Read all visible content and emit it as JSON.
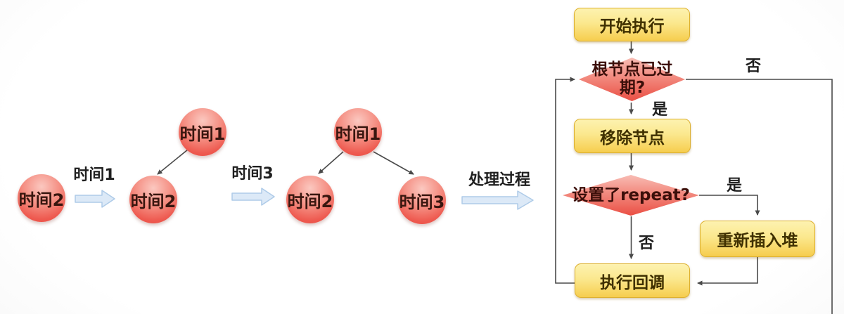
{
  "heap": {
    "stages": [
      {
        "nodes": [
          "时间2"
        ]
      },
      {
        "nodes": [
          "时间1",
          "时间2"
        ]
      },
      {
        "nodes": [
          "时间1",
          "时间2",
          "时间3"
        ]
      }
    ],
    "arrows": [
      {
        "label": "时间1"
      },
      {
        "label": "时间3"
      },
      {
        "label": "处理过程"
      }
    ]
  },
  "flowchart": {
    "start": "开始执行",
    "decision_root_expired": "根节点已过期?",
    "remove_node": "移除节点",
    "decision_repeat": "设置了repeat?",
    "reinsert_heap": "重新插入堆",
    "run_callback": "执行回调",
    "label_yes_1": "是",
    "label_no_1": "否",
    "label_yes_2": "是",
    "label_no_2": "否"
  },
  "colors": {
    "node-red": "#ee5a50",
    "node-red-light": "#fbc8c0",
    "box-yellow-top": "#fdf2b0",
    "box-yellow-bottom": "#f6cd4e",
    "box-border": "#ddb02f",
    "diamond-top": "#f8bcb4",
    "diamond-bottom": "#ea4f44",
    "arrow-blue": "#dce9f7",
    "arrow-blue-border": "#aecbe8",
    "line": "#4a4a4a"
  }
}
